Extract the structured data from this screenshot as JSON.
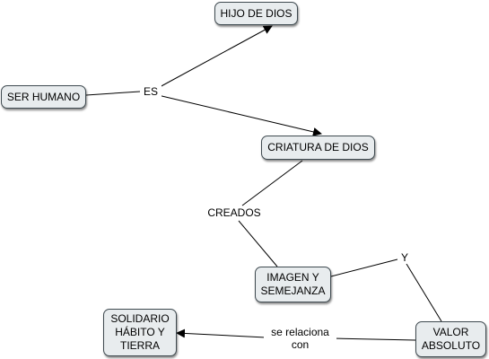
{
  "concepts": {
    "hijo_de_dios": "HIJO DE DIOS",
    "ser_humano": "SER HUMANO",
    "criatura_de_dios": "CRIATURA DE DIOS",
    "imagen_y_semejanza": "IMAGEN Y\nSEMEJANZA",
    "valor_absoluto": "VALOR\nABSOLUTO",
    "solidario": "SOLIDARIO\nHÁBITO Y\nTIERRA"
  },
  "links": {
    "es": "ES",
    "creados": "CREADOS",
    "y": "Y",
    "se_relaciona_con": "se relaciona\ncon"
  },
  "colors": {
    "node_fill": "#e8ecee",
    "node_border": "#3f4a50",
    "line": "#000000"
  }
}
